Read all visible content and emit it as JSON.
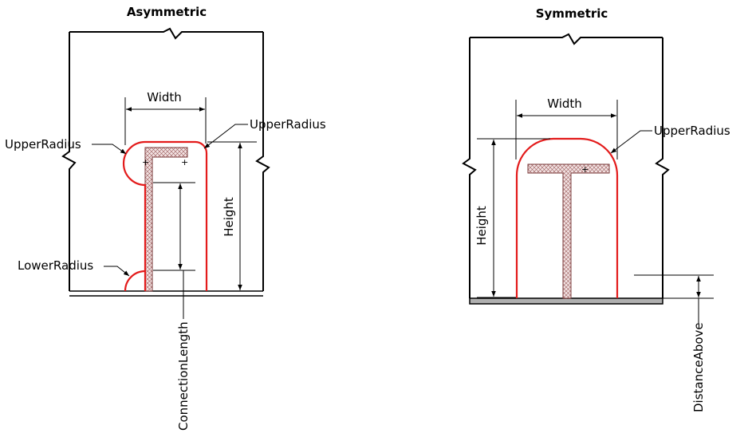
{
  "asymmetric": {
    "title": "Asymmetric",
    "labels": {
      "width": "Width",
      "upper_radius_left": "UpperRadius",
      "upper_radius_right": "UpperRadius",
      "lower_radius": "LowerRadius",
      "height": "Height",
      "connection_length": "ConnectionLength"
    }
  },
  "symmetric": {
    "title": "Symmetric",
    "labels": {
      "width": "Width",
      "upper_radius": "UpperRadius",
      "height": "Height",
      "distance_above": "DistanceAbove"
    }
  },
  "colors": {
    "profile": "#e31b1b",
    "section_fill": "#e8c8c8",
    "floor": "#b0b0b0"
  }
}
